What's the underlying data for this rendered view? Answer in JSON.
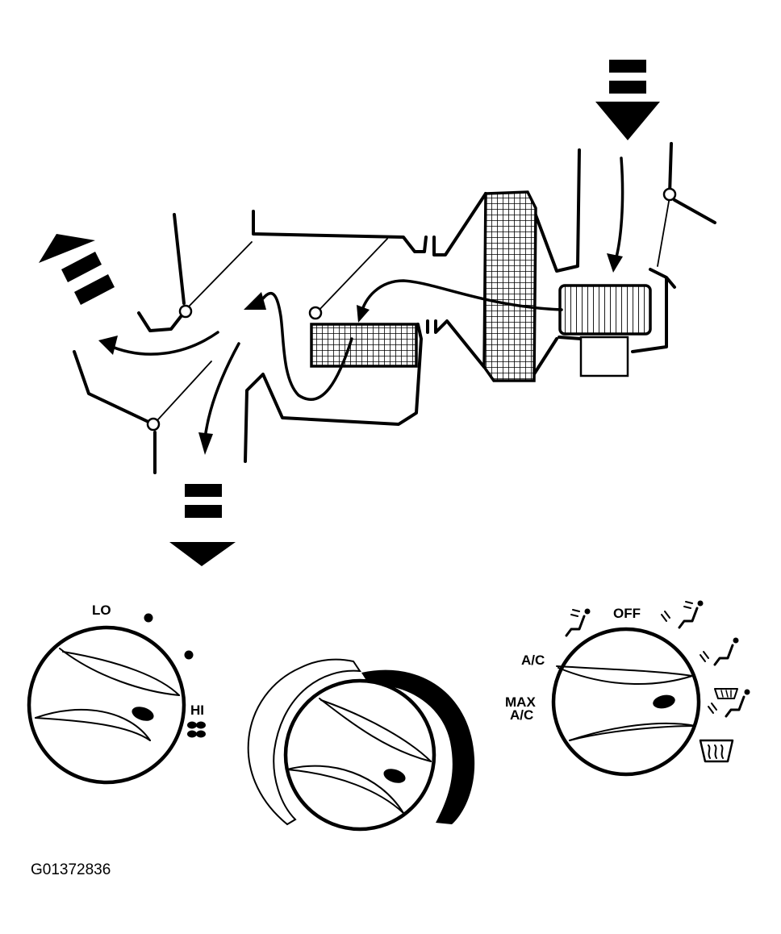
{
  "labels": {
    "blower_lo": "LO",
    "blower_hi": "HI",
    "mode_off": "OFF",
    "mode_ac": "A/C",
    "mode_max_line1": "MAX",
    "mode_max_line2": "A/C"
  },
  "figure_id": "G01372836",
  "colors": {
    "ink": "#000000",
    "paper": "#ffffff"
  },
  "icons": [
    "outside-air-arrow-icon",
    "panel-outlet-arrow-icon",
    "floor-outlet-arrow-icon",
    "fan-icon",
    "vent-mode-icon",
    "bi-level-mode-icon",
    "floor-mode-icon",
    "floor-defrost-mode-icon",
    "defrost-mode-icon"
  ]
}
